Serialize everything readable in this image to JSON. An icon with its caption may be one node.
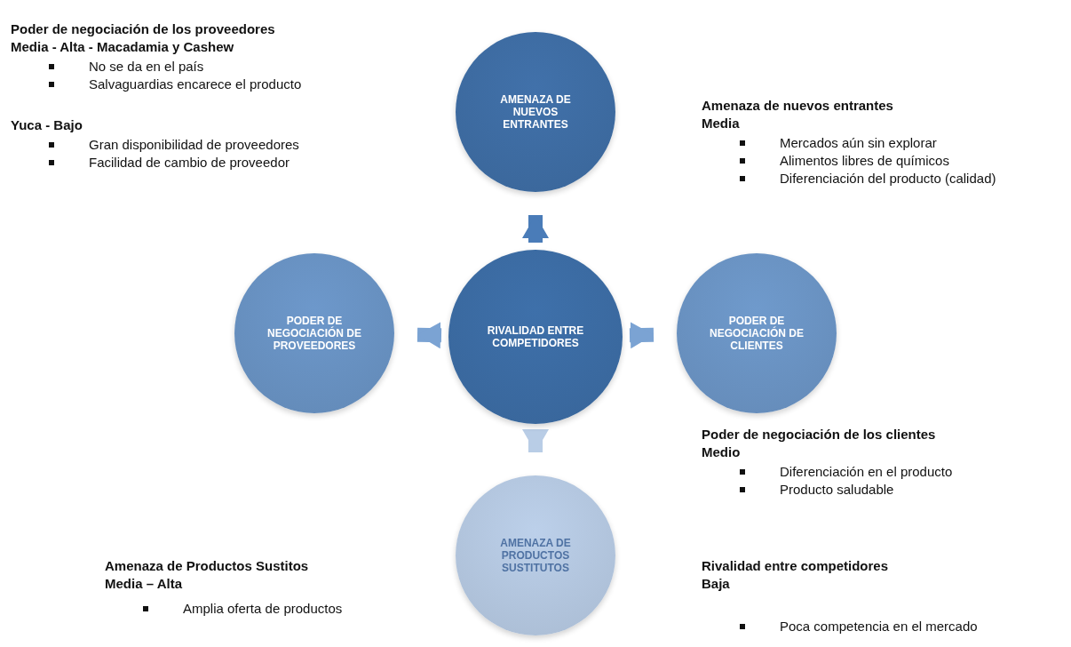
{
  "diagram": {
    "nodes": [
      {
        "text": [
          "RIVALIDAD ENTRE COMPETIDORES"
        ]
      },
      {
        "text": [
          "AMENAZA DE NUEVOS ENTRANTES"
        ]
      },
      {
        "text": [
          "PODER DE NEGOCIACIÓN DE PROVEEDORES"
        ]
      },
      {
        "text": [
          "PODER DE NEGOCIACIÓN DE CLIENTES"
        ]
      },
      {
        "text": [
          "AMENAZA DE PRODUCTOS SUSTITUTOS"
        ]
      }
    ],
    "edges": [
      {
        "from": 0,
        "to": 1,
        "arrow": "to",
        "color": "#4a7cb8"
      },
      {
        "from": 0,
        "to": 2,
        "arrow": "to",
        "color": "#7ba3d3"
      },
      {
        "from": 0,
        "to": 3,
        "arrow": "to",
        "color": "#7ba3d3"
      },
      {
        "from": 0,
        "to": 4,
        "arrow": "to",
        "color": "#b9cde6"
      }
    ],
    "labels": [
      "Poder de negociación de los proveedores",
      "Media - Alta - Macadamia y Cashew",
      "No se da en el país",
      "Salvaguardias encarece el producto",
      "Yuca  - Bajo",
      "Gran disponibilidad de proveedores",
      "Facilidad  de cambio de proveedor",
      "Amenaza de nuevos entrantes",
      "Media",
      "Mercados aún sin explorar",
      "Alimentos libres de químicos",
      "Diferenciación del producto (calidad)",
      "Poder de negociación de los clientes",
      "Medio",
      "Diferenciación en el producto",
      "Producto saludable",
      "Amenaza de Productos Sustitos",
      "Media – Alta",
      "Amplia oferta de productos",
      "Rivalidad entre competidores",
      "Baja",
      "Poca competencia en el mercado"
    ]
  }
}
